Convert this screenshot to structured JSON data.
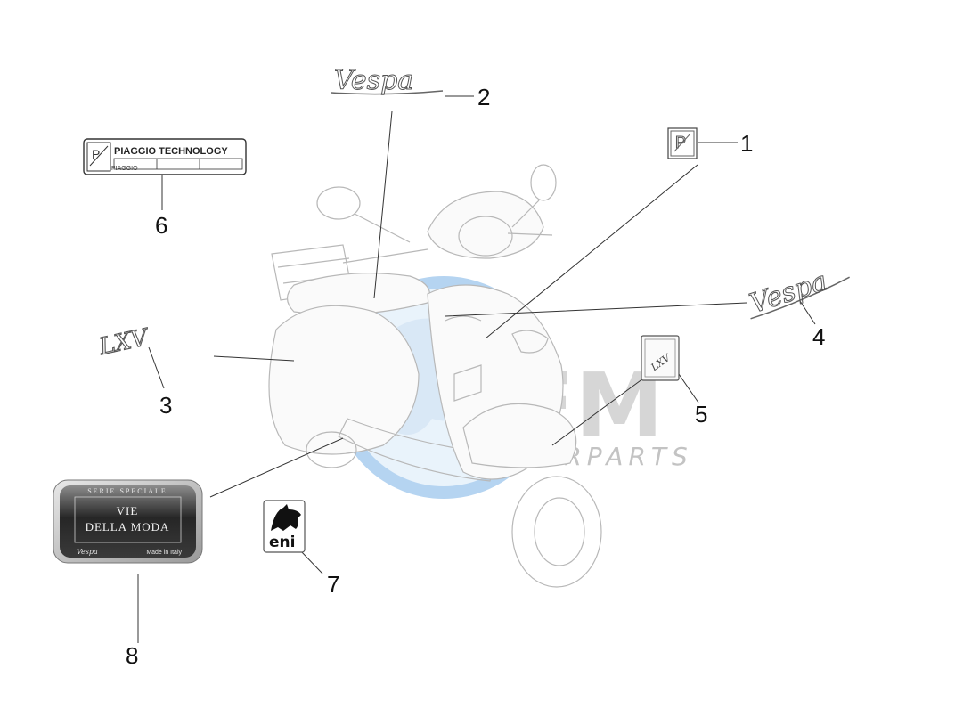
{
  "callouts": [
    "1",
    "2",
    "3",
    "4",
    "5",
    "6",
    "7",
    "8"
  ],
  "watermark": {
    "main": "OEM",
    "sub": "MOTORPARTS"
  },
  "decal_plate": {
    "title": "PIAGGIO TECHNOLOGY",
    "logo_caption": "PIAGGIO"
  },
  "decal_badge": {
    "header": "SERIE SPECIALE",
    "line1": "VIE",
    "line2": "DELLA MODA",
    "brand": "Vespa",
    "made_in": "Made in Italy"
  },
  "decal_eni": {
    "text": "eni"
  },
  "decal_lxv": {
    "text": "LXV"
  },
  "decal_vespa": {
    "text": "Vespa"
  },
  "decal_piaggio": {
    "text": "P"
  }
}
